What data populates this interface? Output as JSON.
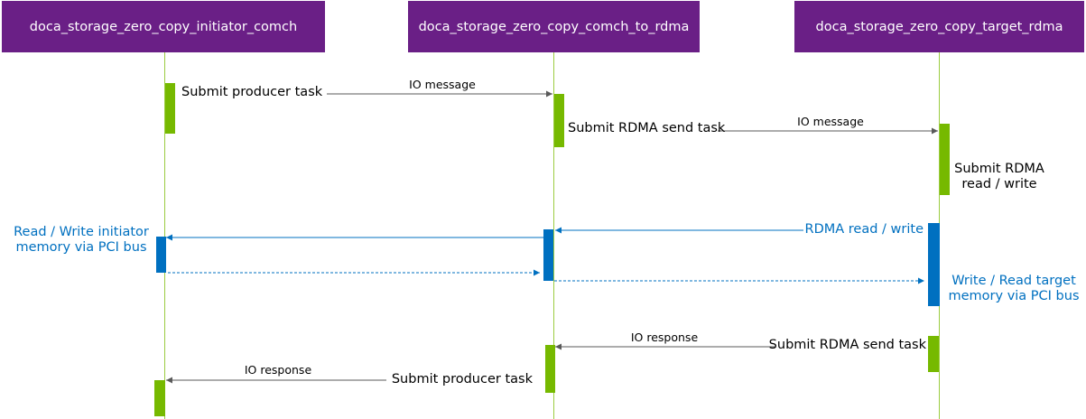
{
  "participants": {
    "initiator": "doca_storage_zero_copy_initiator_comch",
    "comch_to_rdma": "doca_storage_zero_copy_comch_to_rdma",
    "target": "doca_storage_zero_copy_target_rdma"
  },
  "labels": {
    "submit_producer_task_1": "Submit producer task",
    "io_message_1": "IO message",
    "submit_rdma_send_task_1": "Submit RDMA send task",
    "io_message_2": "IO message",
    "submit_rdma_rw_line1": "Submit RDMA",
    "submit_rdma_rw_line2": "read / write",
    "initiator_rw_line1": "Read / Write initiator",
    "initiator_rw_line2": "memory via PCI bus",
    "rdma_read_write": "RDMA read / write",
    "target_rw_line1": "Write / Read target",
    "target_rw_line2": "memory via PCI bus",
    "io_response_1": "IO response",
    "submit_rdma_send_task_2": "Submit RDMA send task",
    "io_response_2": "IO response",
    "submit_producer_task_2": "Submit producer task"
  },
  "colors": {
    "header": "#6a1f86",
    "lifeline": "#9ccc40",
    "activation_green": "#76b900",
    "activation_blue": "#0070c0",
    "message_arrow": "#595959",
    "rdma_arrow": "#0070c0"
  }
}
